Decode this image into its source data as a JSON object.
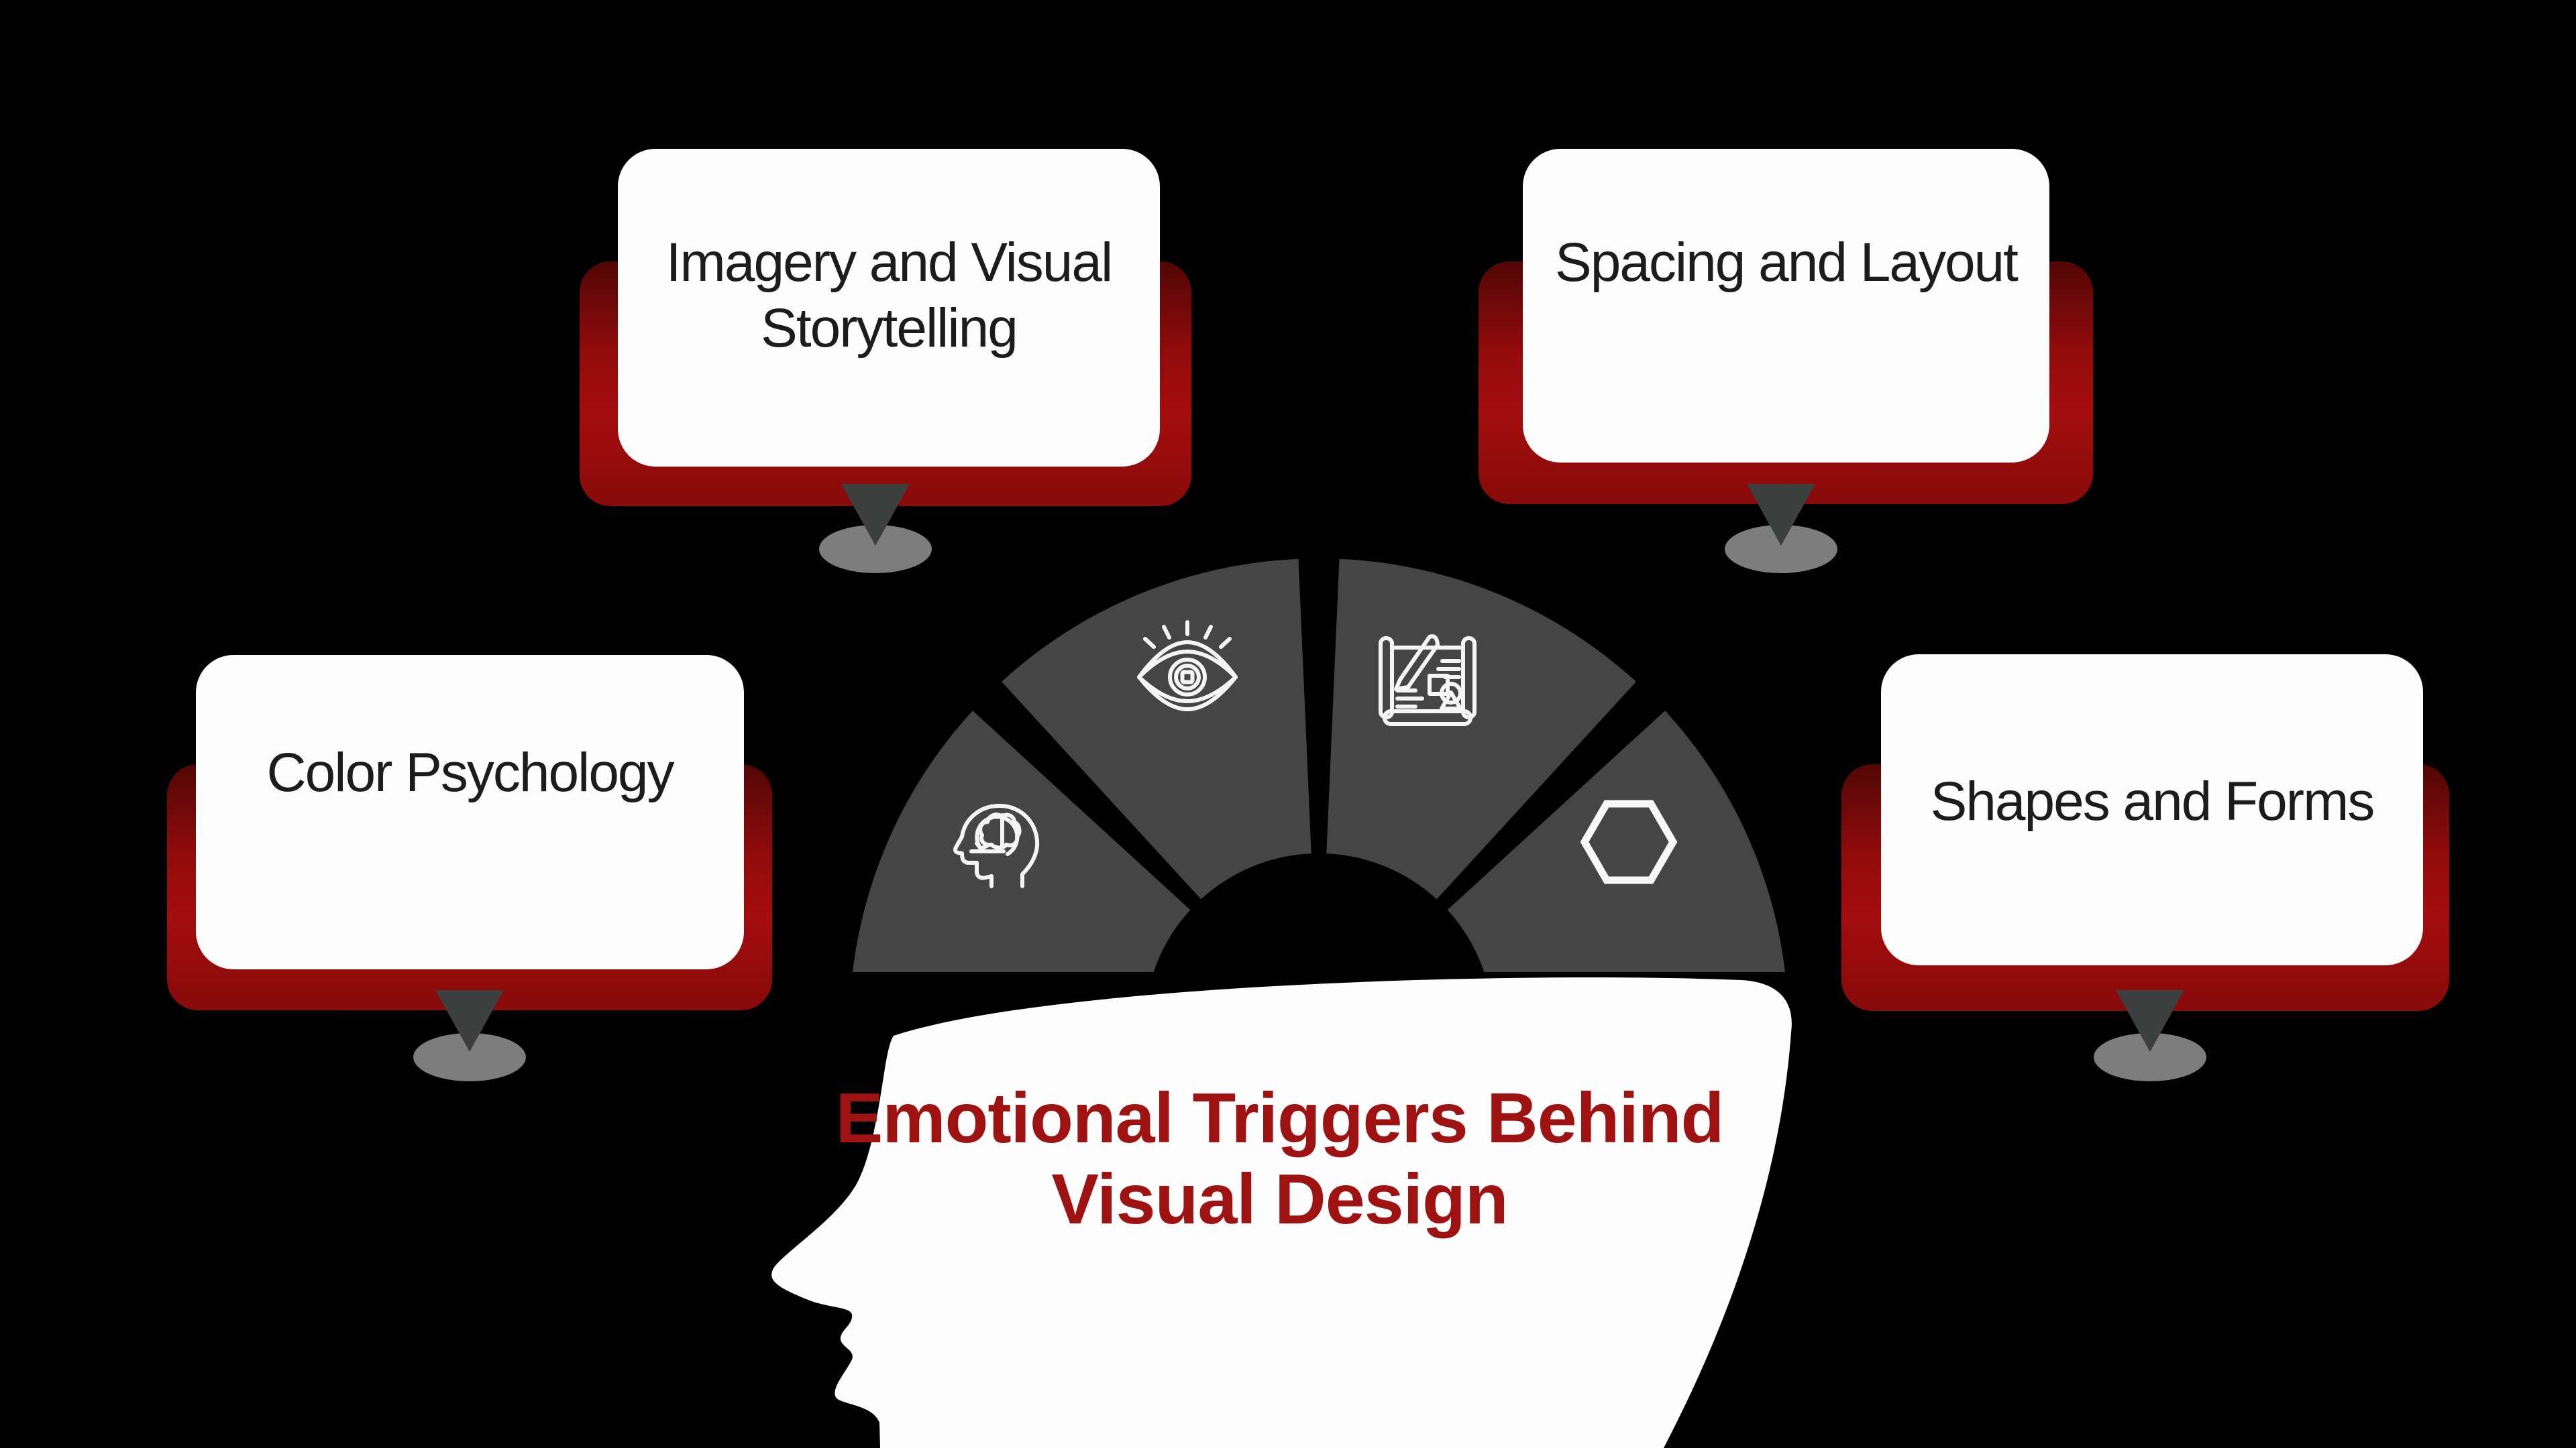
{
  "title": {
    "line1": "Emotional Triggers Behind",
    "line2": "Visual Design"
  },
  "cards": [
    {
      "id": "imagery",
      "label": "Imagery and Visual Storytelling",
      "position": "top-left"
    },
    {
      "id": "spacing",
      "label": "Spacing and Layout",
      "position": "top-right"
    },
    {
      "id": "color",
      "label": "Color Psychology",
      "position": "middle-left"
    },
    {
      "id": "shapes",
      "label": "Shapes and Forms",
      "position": "middle-right"
    }
  ],
  "fan_segments": [
    {
      "icon": "head-brain-icon"
    },
    {
      "icon": "eye-icon"
    },
    {
      "icon": "scroll-pencil-icon"
    },
    {
      "icon": "hexagon-icon"
    }
  ],
  "colors": {
    "background": "#000000",
    "accent_red": "#9c0c0c",
    "title_red": "#9e1212",
    "wedge_gray": "#454545",
    "pointer_gray": "#3d3e3e",
    "ellipse_gray": "#7d7d7d",
    "card_white": "#fdfdfd",
    "text_dark": "#1c1c1c",
    "icon_white": "#f5f5f5"
  }
}
